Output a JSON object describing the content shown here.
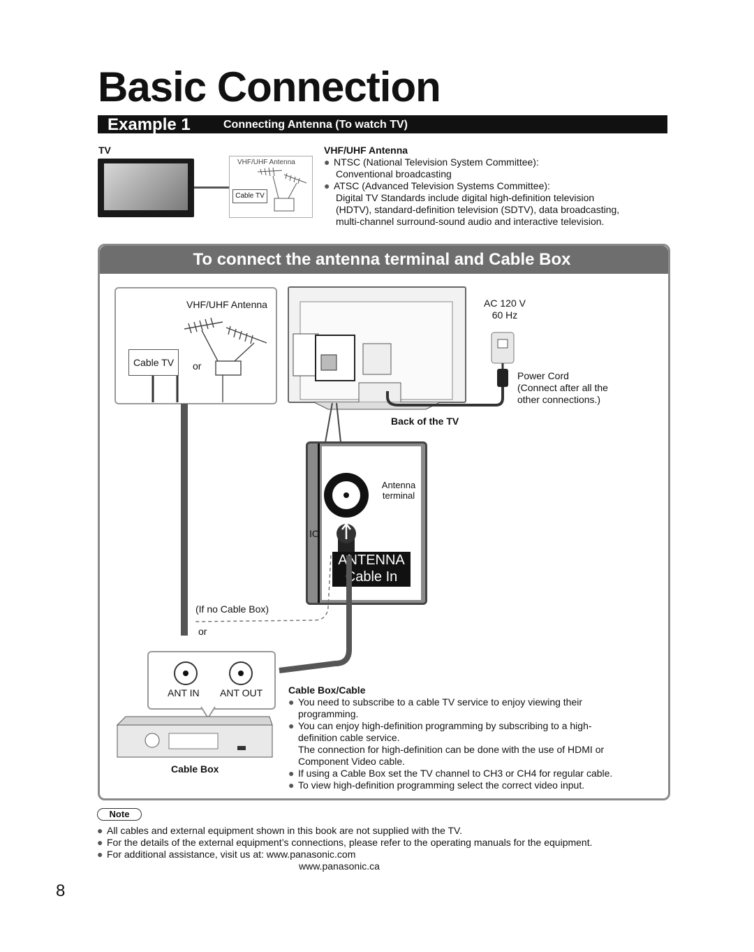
{
  "header": {
    "title": "Basic Connection",
    "example_label": "Example 1",
    "example_subtitle": "Connecting Antenna (To watch TV)"
  },
  "example1": {
    "tv_label": "TV",
    "diagram_antenna_label": "VHF/UHF Antenna",
    "diagram_cable_label": "Cable TV",
    "antenna_heading": "VHF/UHF Antenna",
    "bullets": [
      {
        "line1": "NTSC (National Television System Committee):",
        "line2": "Conventional broadcasting"
      },
      {
        "line1": "ATSC (Advanced Television Systems Committee):",
        "line2": "Digital TV Standards include digital high-definition television",
        "line3": "(HDTV), standard-definition television (SDTV), data broadcasting,",
        "line4": "multi-channel surround-sound audio and interactive television."
      }
    ]
  },
  "panel": {
    "title": "To connect the antenna terminal and Cable Box",
    "antenna_label": "VHF/UHF Antenna",
    "cable_tv_label": "Cable TV",
    "or_label": "or",
    "ac_line1": "AC 120 V",
    "ac_line2": "60 Hz",
    "power_cord_line1": "Power Cord",
    "power_cord_line2": "(Connect after all the",
    "power_cord_line3": "other connections.)",
    "back_of_tv": "Back of the TV",
    "antenna_terminal_line1": "Antenna",
    "antenna_terminal_line2": "terminal",
    "io_label": "IO",
    "antenna_badge_line1": "ANTENNA",
    "antenna_badge_line2": "Cable In",
    "if_no_cable_box": "(If no Cable Box)",
    "or_label2": "or",
    "ant_in": "ANT IN",
    "ant_out": "ANT OUT",
    "cable_box_label": "Cable Box",
    "cable_heading": "Cable Box/Cable",
    "cable_bullets": [
      {
        "lines": [
          "You need to subscribe to a cable TV service to enjoy viewing their",
          "programming."
        ]
      },
      {
        "lines": [
          "You can enjoy high-definition programming by subscribing to a high-",
          "definition cable service.",
          "The connection for high-definition can be done with the use of HDMI or",
          "Component Video cable."
        ]
      },
      {
        "lines": [
          "If using a Cable Box set the TV channel to CH3 or CH4 for regular cable."
        ]
      },
      {
        "lines": [
          "To view high-definition programming select the correct video input."
        ]
      }
    ]
  },
  "note": {
    "label": "Note",
    "items": [
      "All cables and external equipment shown in this book are not supplied with the TV.",
      "For the details of the external equipment’s connections, please refer to the operating manuals for the equipment.",
      "For additional assistance, visit us at:  www.panasonic.com"
    ],
    "extra_url": "www.panasonic.ca"
  },
  "page_number": "8",
  "colors": {
    "panel_header": "#6e6e6e",
    "terminal_box": "#8a8a8a",
    "cable": "#555555"
  }
}
